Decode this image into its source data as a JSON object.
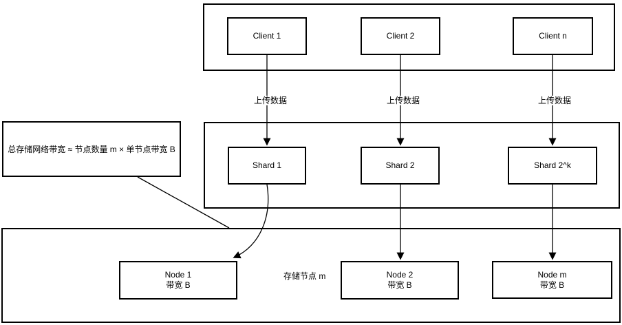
{
  "diagram": {
    "clients": [
      {
        "label": "Client 1"
      },
      {
        "label": "Client 2"
      },
      {
        "label": "Client n"
      }
    ],
    "upload_labels": [
      "上传数据",
      "上传数据",
      "上传数据"
    ],
    "shards": [
      {
        "label": "Shard 1"
      },
      {
        "label": "Shard 2"
      },
      {
        "label": "Shard 2^k"
      }
    ],
    "nodes": [
      {
        "label": "Node 1",
        "sublabel": "带宽 B"
      },
      {
        "label": "Node 2",
        "sublabel": "带宽 B"
      },
      {
        "label": "Node m",
        "sublabel": "带宽 B"
      }
    ],
    "storage_group_label": "存储节点 m",
    "annotation_text": "总存储网络带宽 ≈ 节点数量 m × 单节点带宽 B",
    "colors": {
      "line": "#000000",
      "fill": "#ffffff",
      "text": "#000000"
    }
  }
}
